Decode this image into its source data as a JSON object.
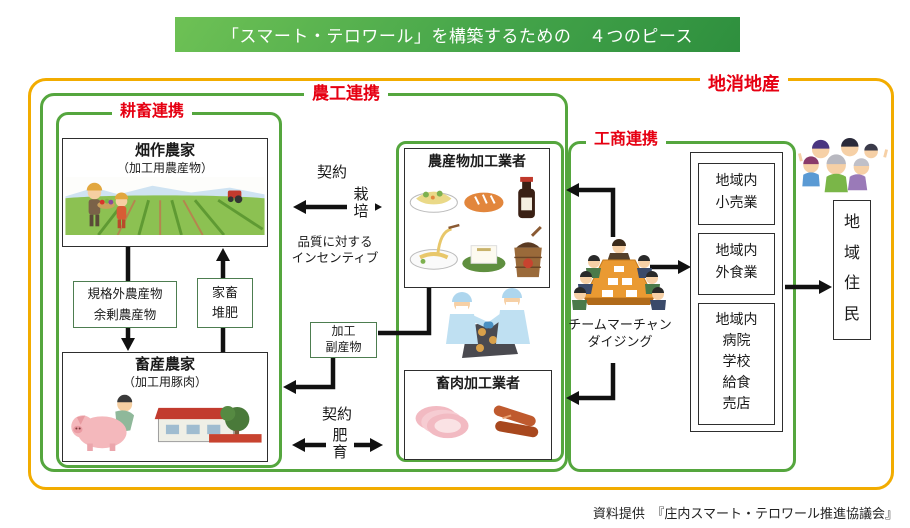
{
  "header": {
    "title": "「スマート・テロワール」を構築するための　４つのピース"
  },
  "regions": {
    "chisan_chisho": {
      "label": "地消地産"
    },
    "noko_renkei": {
      "label": "農工連携"
    },
    "kochiku_renkei": {
      "label": "耕畜連携"
    },
    "kosho_renkei": {
      "label": "工商連携"
    }
  },
  "nodes": {
    "hatake_noka": {
      "title": "畑作農家",
      "subtitle": "（加工用農産物）"
    },
    "chikusan_noka": {
      "title": "畜産農家",
      "subtitle": "（加工用豚肉）"
    },
    "kikakugai": {
      "line1": "規格外農産物",
      "line2": "余剰農産物"
    },
    "kachiku_taihi": {
      "line1": "家畜",
      "line2": "堆肥"
    },
    "kako_fukusanbutsu": {
      "line1": "加工",
      "line2": "副産物"
    },
    "nosanbutsu_kako": {
      "title": "農産物加工業者"
    },
    "chikuniku_kako": {
      "title": "畜肉加工業者"
    },
    "team_md": {
      "line1": "チームマーチャン",
      "line2": "ダイジング"
    },
    "kouri": {
      "line1": "地域内",
      "line2": "小売業"
    },
    "gaishoku": {
      "line1": "地域内",
      "line2": "外食業"
    },
    "kyushoku": {
      "lines": [
        "地域内",
        "病院",
        "学校",
        "給食",
        "売店"
      ]
    },
    "chiiki_jumin": {
      "label": "地域住民"
    }
  },
  "flows": {
    "keiyaku_saibai": {
      "label_top": "契約",
      "char1": "栽",
      "char2": "培"
    },
    "incentive": {
      "line1": "品質に対する",
      "line2": "インセンティブ"
    },
    "keiyaku_hiiku": {
      "label_top": "契約",
      "char1": "肥",
      "char2": "育"
    }
  },
  "footer": {
    "credit": "資料提供　『庄内スマート・テロワール推進協議会』"
  },
  "illustrations": [
    "farm-illustration",
    "pig-farm-illustration",
    "processed-foods-illustration",
    "factory-workers-illustration",
    "meat-products-illustration",
    "team-meeting-illustration",
    "residents-group-illustration"
  ],
  "colors": {
    "region_green": "#55a63e",
    "region_yellow": "#f2ac00",
    "label_red": "#e60012",
    "header_green_light": "#6ec155",
    "header_green_dark": "#2e8f3e",
    "arrow_black": "#111111"
  }
}
